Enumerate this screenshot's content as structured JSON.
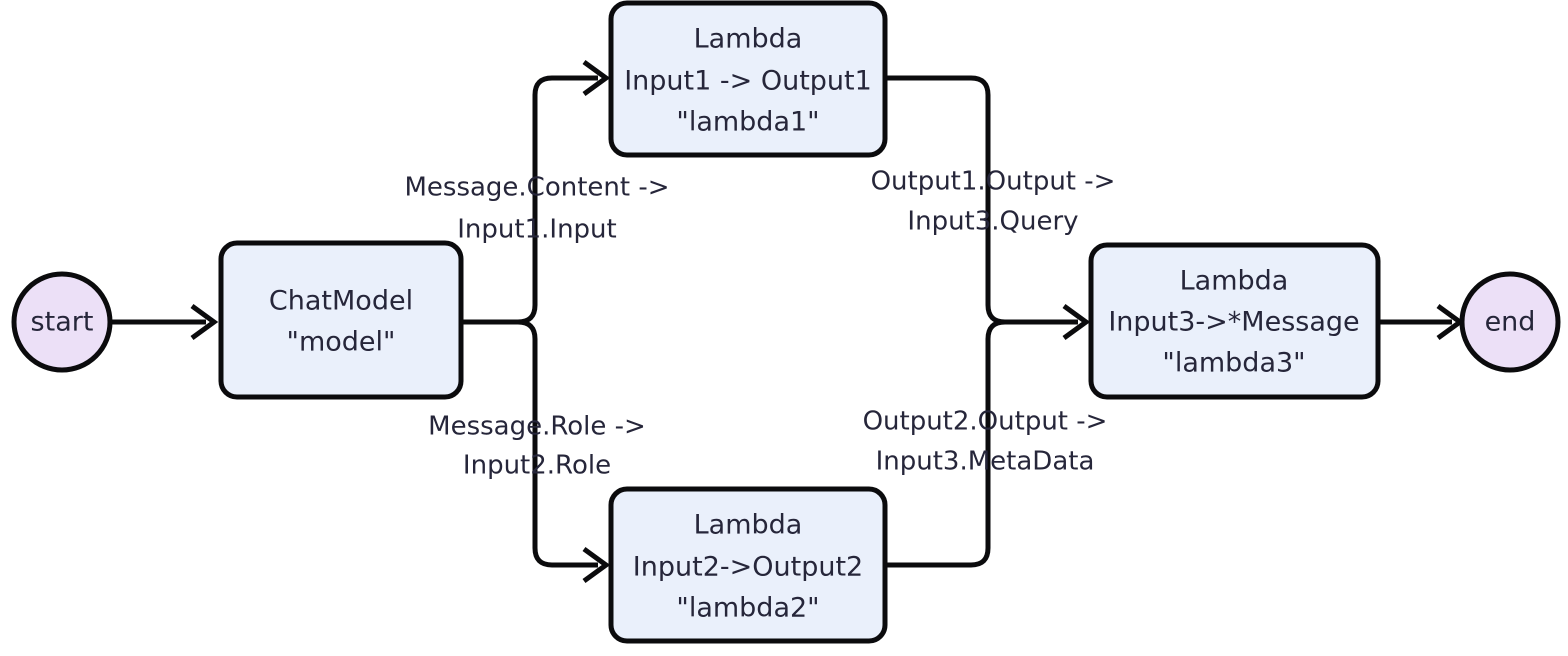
{
  "diagram": {
    "type": "flowchart",
    "orientation": "left-to-right",
    "background_color": "#ffffff",
    "edge_color": "#0b0b0d",
    "text_color": "#26263a",
    "terminal_fill": "#ece0f7",
    "process_fill": "#eaf0fb"
  },
  "nodes": {
    "start": {
      "id": "start",
      "shape": "circle",
      "label": "start"
    },
    "chatmodel": {
      "id": "model",
      "shape": "rounded-rect",
      "line1": "ChatModel",
      "line2": "\"model\""
    },
    "lambda1": {
      "id": "lambda1",
      "shape": "rounded-rect",
      "line1": "Lambda",
      "line2": "Input1 -> Output1",
      "line3": "\"lambda1\""
    },
    "lambda2": {
      "id": "lambda2",
      "shape": "rounded-rect",
      "line1": "Lambda",
      "line2": "Input2->Output2",
      "line3": "\"lambda2\""
    },
    "lambda3": {
      "id": "lambda3",
      "shape": "rounded-rect",
      "line1": "Lambda",
      "line2": "Input3->*Message",
      "line3": "\"lambda3\""
    },
    "end": {
      "id": "end",
      "shape": "circle",
      "label": "end"
    }
  },
  "edges": [
    {
      "name": "start-to-chatmodel",
      "from": "start",
      "to": "chatmodel",
      "label_line1": "",
      "label_line2": ""
    },
    {
      "name": "chatmodel-to-lambda1",
      "from": "chatmodel",
      "to": "lambda1",
      "label_line1": "Message.Content ->",
      "label_line2": "Input1.Input"
    },
    {
      "name": "chatmodel-to-lambda2",
      "from": "chatmodel",
      "to": "lambda2",
      "label_line1": "Message.Role ->",
      "label_line2": "Input2.Role"
    },
    {
      "name": "lambda1-to-lambda3",
      "from": "lambda1",
      "to": "lambda3",
      "label_line1": "Output1.Output ->",
      "label_line2": "Input3.Query"
    },
    {
      "name": "lambda2-to-lambda3",
      "from": "lambda2",
      "to": "lambda3",
      "label_line1": "Output2.Output ->",
      "label_line2": "Input3.MetaData"
    },
    {
      "name": "lambda3-to-end",
      "from": "lambda3",
      "to": "end",
      "label_line1": "",
      "label_line2": ""
    }
  ]
}
